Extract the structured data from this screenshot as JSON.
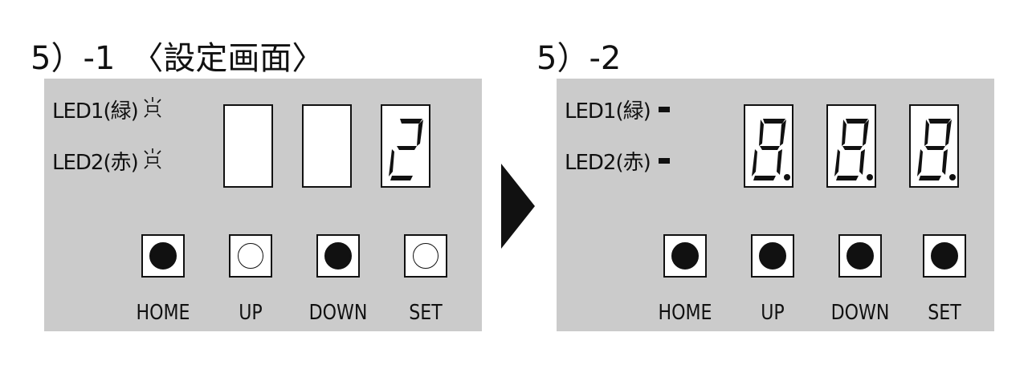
{
  "left": {
    "title": "5）-1　〈設定画面〉",
    "led1": "LED1(緑)",
    "led2": "LED2(赤)",
    "led_state": "blinking",
    "displays": [
      "",
      "",
      "2"
    ],
    "buttons": [
      {
        "label": "HOME",
        "lit": true
      },
      {
        "label": "UP",
        "lit": false
      },
      {
        "label": "DOWN",
        "lit": true
      },
      {
        "label": "SET",
        "lit": false
      }
    ]
  },
  "right": {
    "title": "5）-2",
    "led1": "LED1(緑)",
    "led2": "LED2(赤)",
    "led_state": "off",
    "displays": [
      "8.",
      "8.",
      "8."
    ],
    "buttons": [
      {
        "label": "HOME",
        "lit": true
      },
      {
        "label": "UP",
        "lit": true
      },
      {
        "label": "DOWN",
        "lit": true
      },
      {
        "label": "SET",
        "lit": true
      }
    ]
  },
  "arrow_icon": "right-triangle"
}
